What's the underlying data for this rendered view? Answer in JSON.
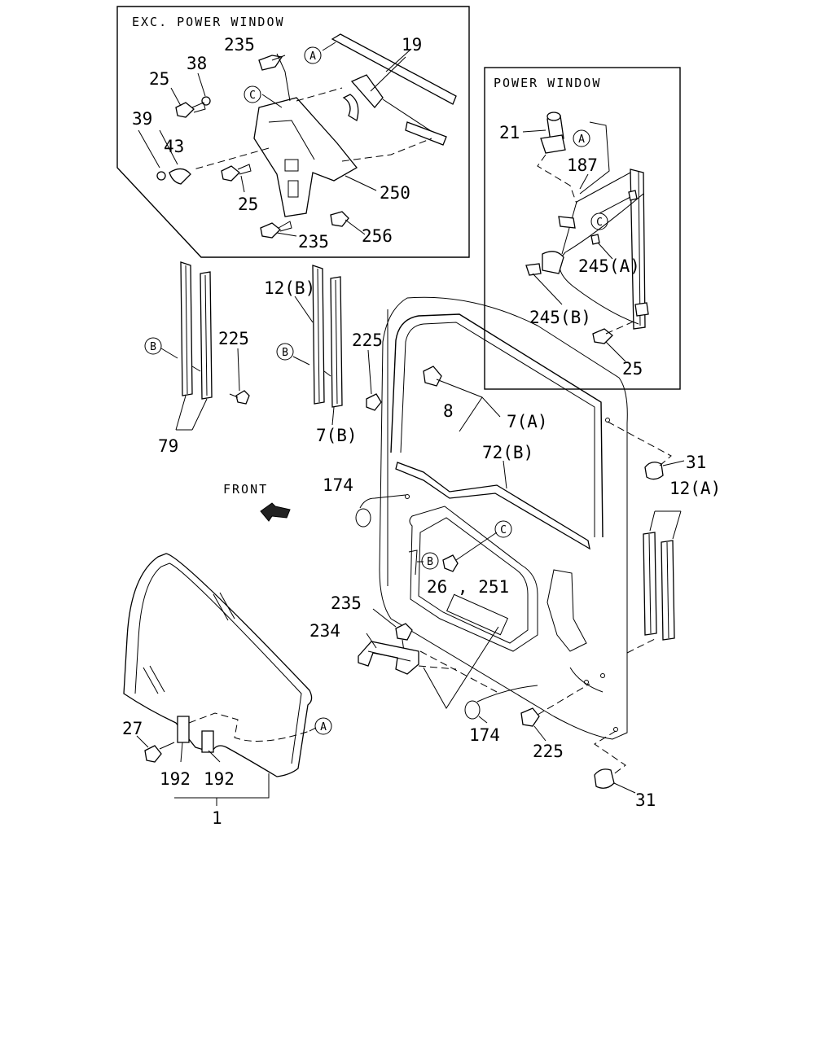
{
  "insets": {
    "exc_power_window": "EXC. POWER WINDOW",
    "power_window": "POWER WINDOW"
  },
  "front_label": "FRONT",
  "refs": {
    "a": "A",
    "b": "B",
    "c": "C"
  },
  "parts": {
    "p235_top": "235",
    "p19": "19",
    "p38": "38",
    "p25_top": "25",
    "p39": "39",
    "p43": "43",
    "p25_mid": "25",
    "p250": "250",
    "p235_bot": "235",
    "p256": "256",
    "p21": "21",
    "p187": "187",
    "p245a": "245(A)",
    "p245b": "245(B)",
    "p25_pw": "25",
    "p12b": "12(B)",
    "p225_left": "225",
    "p225_mid": "225",
    "p79": "79",
    "p7b": "7(B)",
    "p8": "8",
    "p7a": "7(A)",
    "p72b": "72(B)",
    "p31_top": "31",
    "p12a": "12(A)",
    "p174_top": "174",
    "p26_251": "26 , 251",
    "p235_low": "235",
    "p234": "234",
    "p174_bot": "174",
    "p225_low": "225",
    "p27": "27",
    "p192_a": "192",
    "p192_b": "192",
    "p1": "1",
    "p31_bot": "31"
  }
}
